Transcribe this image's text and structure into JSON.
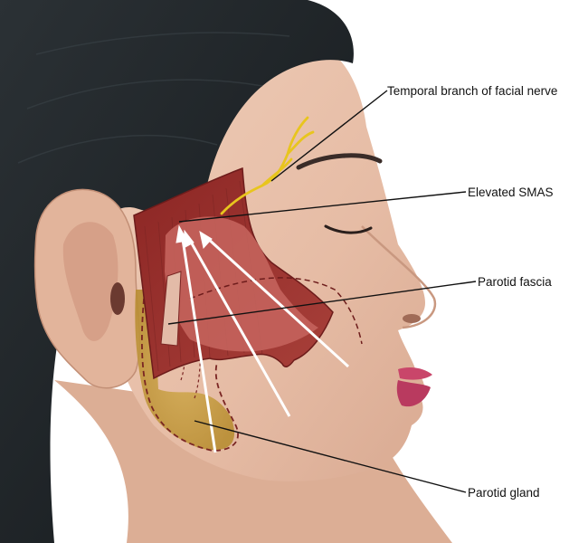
{
  "figure": {
    "labels": {
      "temporal_nerve": "Temporal branch of facial nerve",
      "elevated_smas": "Elevated SMAS",
      "parotid_fascia": "Parotid fascia",
      "parotid_gland": "Parotid gland"
    },
    "colors": {
      "skin": "#e9c2ad",
      "hair": "#1f2326",
      "smas": "#9c2e2c",
      "fascia": "#c4635c",
      "gland": "#c9a13e",
      "nerve": "#e8c51e",
      "lips": "#c9466a",
      "arrows": "#ffffff"
    },
    "icons": [
      "elevation-arrow-icon"
    ]
  }
}
